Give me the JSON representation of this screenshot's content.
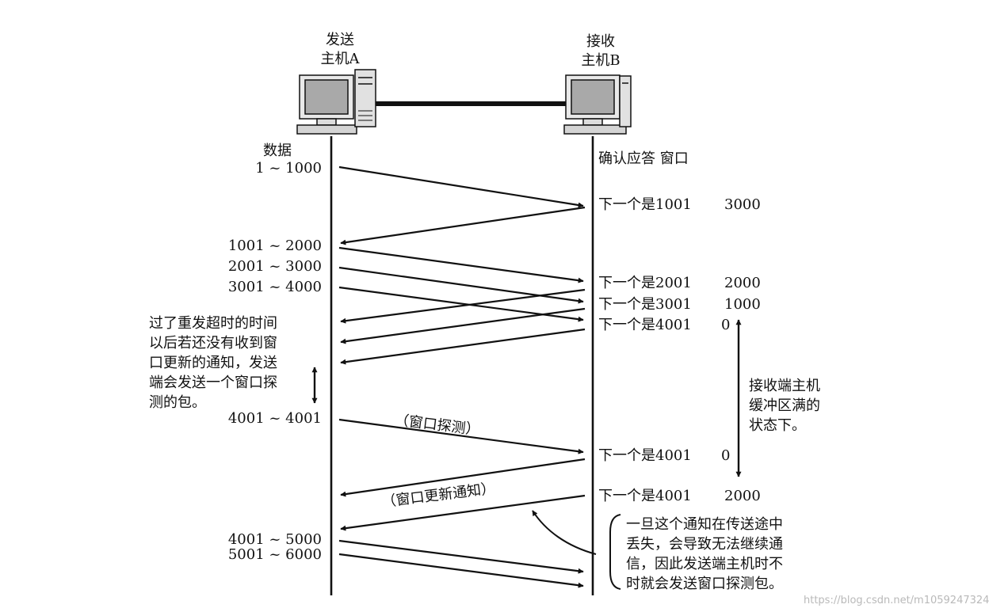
{
  "host_a": {
    "role": "发送",
    "name": "主机A"
  },
  "host_b": {
    "role": "接收",
    "name": "主机B"
  },
  "label_data": "数据",
  "label_ack_header": "确认应答 窗口",
  "segments": {
    "s1": "1 ~ 1000",
    "s2": "1001 ~ 2000",
    "s3": "2001 ~ 3000",
    "s4": "3001 ~ 4000",
    "s5": "4001 ~ 4001",
    "s6": "4001 ~ 5000",
    "s7": "5001 ~ 6000"
  },
  "acks": [
    {
      "text": "下一个是1001",
      "window": "3000"
    },
    {
      "text": "下一个是2001",
      "window": "2000"
    },
    {
      "text": "下一个是3001",
      "window": "1000"
    },
    {
      "text": "下一个是4001",
      "window": "0"
    },
    {
      "text": "下一个是4001",
      "window": "0"
    },
    {
      "text": "下一个是4001",
      "window": "2000"
    }
  ],
  "note_timeout": "过了重发超时的时间\n以后若还没有收到窗\n口更新的通知，发送\n端会发送一个窗口探\n测的包。",
  "note_buffer_full": "接收端主机\n缓冲区满的\n状态下。",
  "label_window_probe": "（窗口探测）",
  "label_window_update": "（窗口更新通知）",
  "note_lost": "一旦这个通知在传送途中\n丢失，会导致无法继续通\n信，因此发送端主机时不\n时就会发送窗口探测包。",
  "watermark": "https://blog.csdn.net/m1059247324",
  "colors": {
    "ink": "#111111",
    "screen": "#a9a9a9",
    "watermark": "#b9b9b9"
  }
}
